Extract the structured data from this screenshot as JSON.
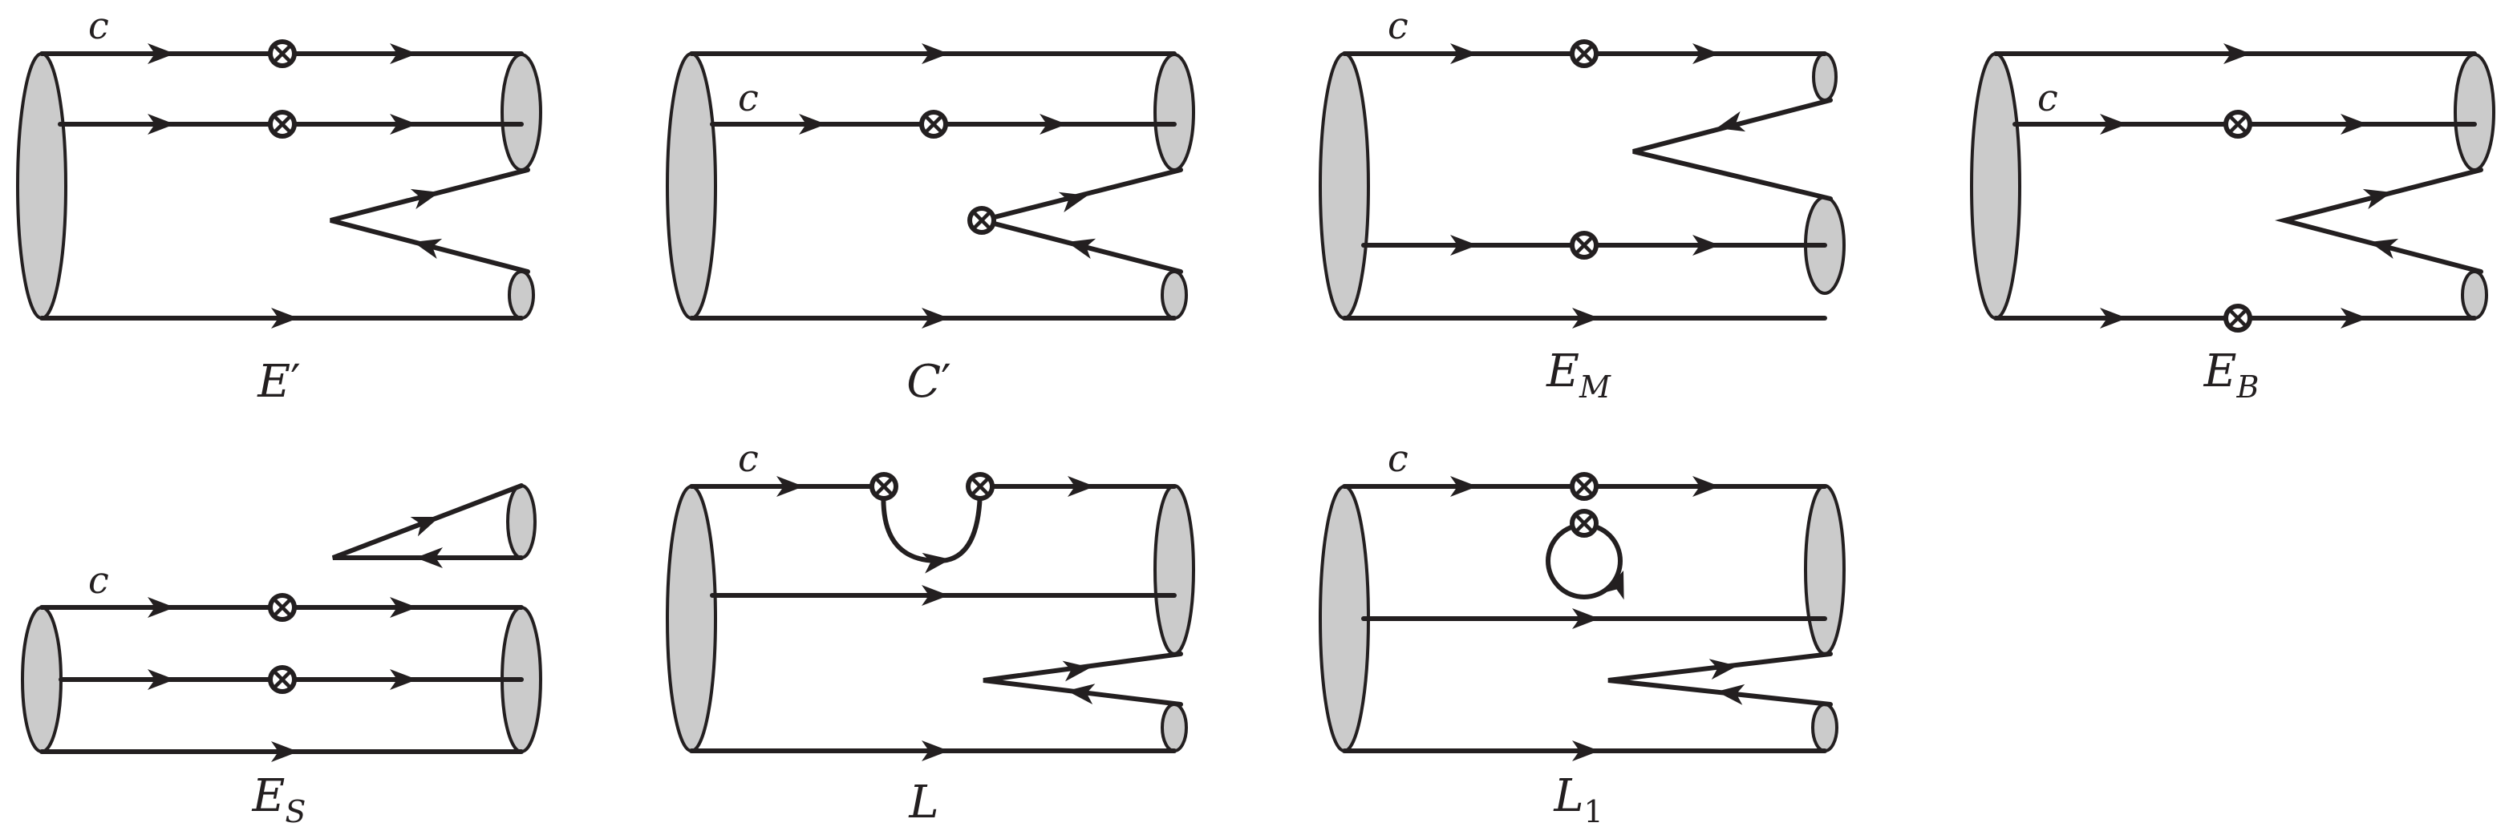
{
  "diagrams": [
    {
      "id": "e-prime",
      "label": "E",
      "sub": "",
      "sup": "′",
      "line_label": "c"
    },
    {
      "id": "c-prime",
      "label": "C",
      "sub": "",
      "sup": "′",
      "line_label": "c"
    },
    {
      "id": "e-m",
      "label": "E",
      "sub": "M",
      "sup": "",
      "line_label": "c"
    },
    {
      "id": "e-b",
      "label": "E",
      "sub": "B",
      "sup": "",
      "line_label": "c"
    },
    {
      "id": "e-s",
      "label": "E",
      "sub": "S",
      "sup": "",
      "line_label": "c"
    },
    {
      "id": "l",
      "label": "L",
      "sub": "",
      "sup": "",
      "line_label": "c"
    },
    {
      "id": "l-1",
      "label": "L",
      "sub": "1",
      "sup": "",
      "line_label": "c"
    }
  ],
  "colors": {
    "line": "#231f20",
    "disk_fill": "#cbcbcb",
    "background": "#ffffff"
  }
}
